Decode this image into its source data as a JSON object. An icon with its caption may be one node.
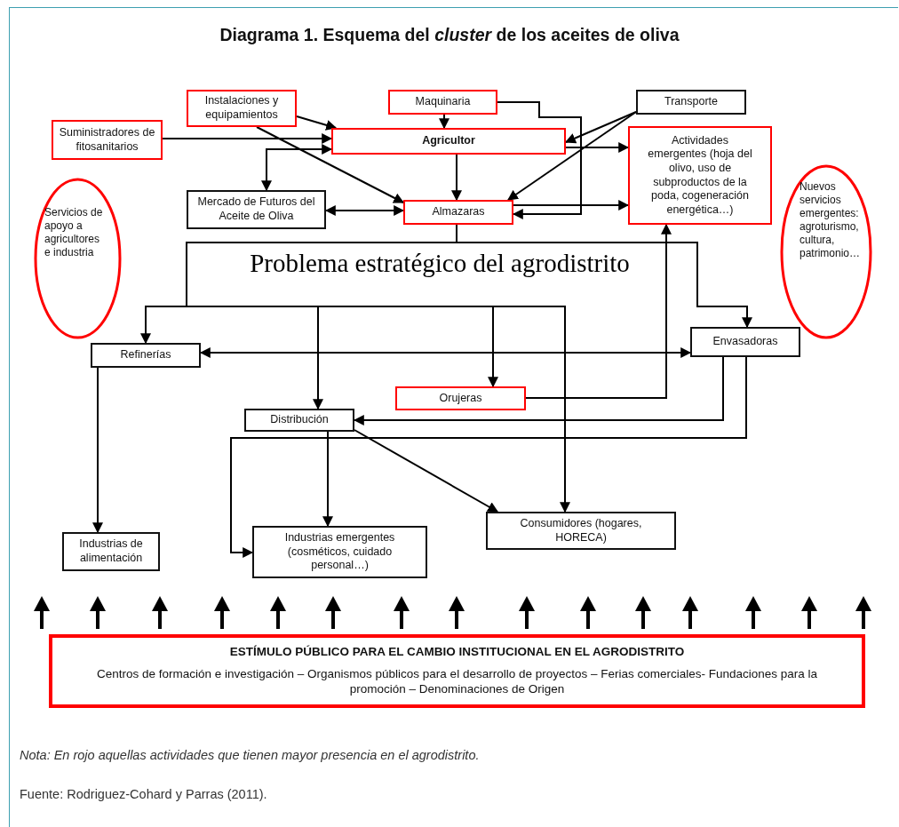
{
  "diagram": {
    "title": "Diagrama 1. Esquema del *cluster* de los aceites de oliva",
    "nodes": [
      {
        "text": [
          "Suministradores de fitosanitarios"
        ]
      },
      {
        "text": [
          "Instalaciones y equipamientos"
        ]
      },
      {
        "text": [
          "Maquinaria"
        ]
      },
      {
        "text": [
          "Transporte"
        ]
      },
      {
        "text": [
          "Agricultor"
        ]
      },
      {
        "text": [
          "Actividades emergentes (hoja del olivo, uso de subproductos de la poda, cogeneración energética…)"
        ]
      },
      {
        "text": [
          "Servicios de apoyo a agricultores e industria"
        ]
      },
      {
        "text": [
          "Mercado de Futuros del Aceite de Oliva"
        ]
      },
      {
        "text": [
          "Almazaras"
        ]
      },
      {
        "text": [
          "Nuevos servicios emergentes: agroturismo, cultura, patrimonio…"
        ]
      },
      {
        "text": [
          "Refinerías"
        ]
      },
      {
        "text": [
          "Envasadoras"
        ]
      },
      {
        "text": [
          "Orujeras"
        ]
      },
      {
        "text": [
          "Distribución"
        ]
      },
      {
        "text": [
          "Industrias de alimentación"
        ]
      },
      {
        "text": [
          "Industrias emergentes (cosméticos, cuidado personal…)"
        ]
      },
      {
        "text": [
          "Consumidores (hogares, HORECA)"
        ]
      },
      {
        "text": [
          "ESTÍMULO PÚBLICO PARA EL CAMBIO INSTITUCIONAL EN EL AGRODISTRITO",
          "Centros de formación e investigación – Organismos públicos para el desarrollo de proyectos – Ferias comerciales- Fundaciones para la promoción – Denominaciones de Origen"
        ]
      }
    ],
    "edges": [
      {
        "from": 0,
        "to": 4,
        "arrow": "to"
      },
      {
        "from": 1,
        "to": 4,
        "arrow": "to"
      },
      {
        "from": 1,
        "to": 8,
        "arrow": "to"
      },
      {
        "from": 2,
        "to": 4,
        "arrow": "to"
      },
      {
        "from": 2,
        "to": 8,
        "arrow": "to"
      },
      {
        "from": 3,
        "to": 4,
        "arrow": "to"
      },
      {
        "from": 3,
        "to": 8,
        "arrow": "to"
      },
      {
        "from": 4,
        "to": 5,
        "arrow": "to"
      },
      {
        "from": 4,
        "to": 8,
        "arrow": "to"
      },
      {
        "from": 7,
        "to": 4,
        "arrow": "both"
      },
      {
        "from": 7,
        "to": 8,
        "arrow": "both"
      },
      {
        "from": 8,
        "to": 5,
        "arrow": "to"
      },
      {
        "from": 8,
        "to": 10,
        "arrow": "to"
      },
      {
        "from": 8,
        "to": 13,
        "arrow": "to"
      },
      {
        "from": 8,
        "to": 12,
        "arrow": "to"
      },
      {
        "from": 8,
        "to": 16,
        "arrow": "to"
      },
      {
        "from": 8,
        "to": 11,
        "arrow": "to"
      },
      {
        "from": 10,
        "to": 11,
        "arrow": "both"
      },
      {
        "from": 12,
        "to": 5,
        "arrow": "to"
      },
      {
        "from": 11,
        "to": 13,
        "arrow": "to"
      },
      {
        "from": 11,
        "to": 15,
        "arrow": "to"
      },
      {
        "from": 13,
        "to": 15,
        "arrow": "to"
      },
      {
        "from": 13,
        "to": 16,
        "arrow": "to"
      },
      {
        "from": 10,
        "to": 14,
        "arrow": "to"
      }
    ],
    "labels": [
      "Problema estratégico del agrodistrito",
      "Nota: En rojo aquellas actividades que tienen mayor presencia en el agrodistrito.",
      "Fuente: Rodriguez-Cohard y Parras (2011)."
    ]
  }
}
